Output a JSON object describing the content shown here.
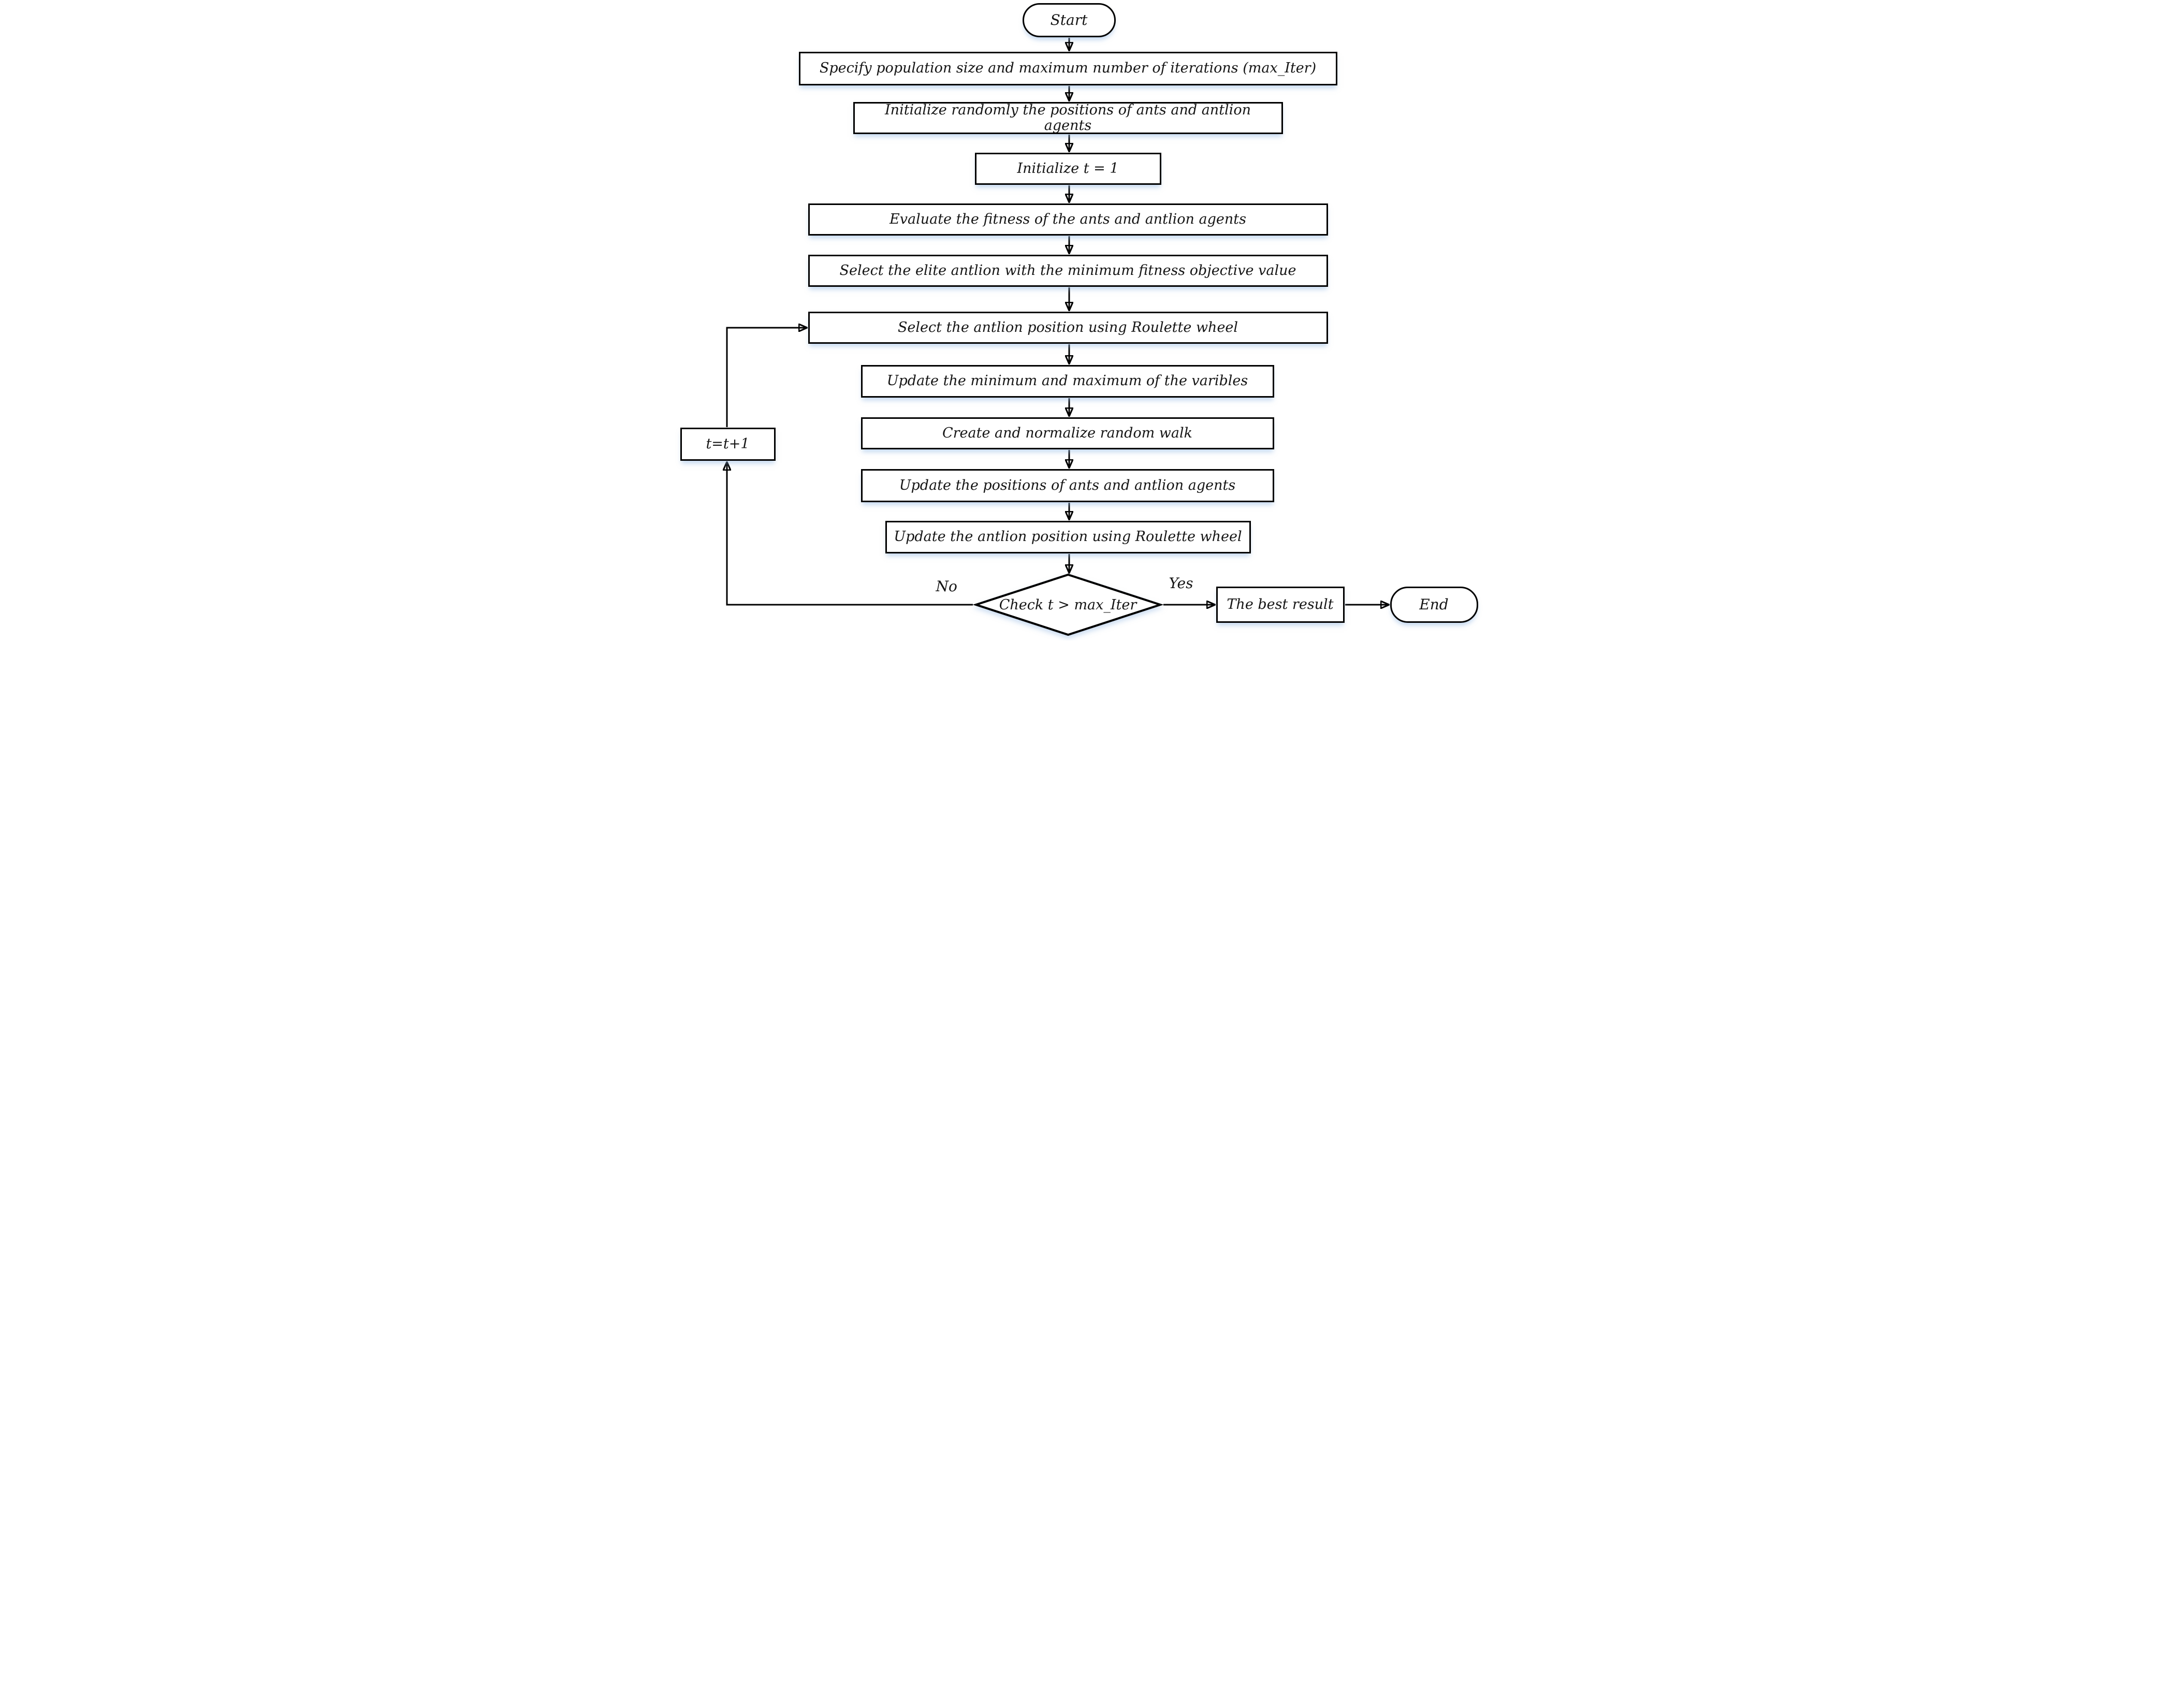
{
  "diagram": {
    "type": "flowchart",
    "nodes": {
      "start": {
        "label": "Start",
        "shape": "terminator"
      },
      "specify_population": {
        "label": "Specify population size and maximum number of iterations (max_Iter)",
        "shape": "process"
      },
      "initialize_positions": {
        "label": "Initialize randomly the positions of ants and antlion agents",
        "shape": "process"
      },
      "initialize_t": {
        "label": "Initialize t = 1",
        "shape": "process"
      },
      "evaluate_fitness": {
        "label": "Evaluate the fitness of the ants and antlion agents",
        "shape": "process"
      },
      "select_elite_antlion": {
        "label": "Select the elite antlion with the minimum fitness objective value",
        "shape": "process"
      },
      "select_antlion_roulette": {
        "label": "Select the antlion position using Roulette wheel",
        "shape": "process"
      },
      "update_min_max": {
        "label": "Update the minimum and maximum of the varibles",
        "shape": "process"
      },
      "create_random_walk": {
        "label": "Create and normalize random walk",
        "shape": "process"
      },
      "update_positions": {
        "label": "Update the positions of ants and antlion agents",
        "shape": "process"
      },
      "update_antlion_roulette": {
        "label": "Update the antlion position using Roulette wheel",
        "shape": "process"
      },
      "increment_t": {
        "label": "t=t+1",
        "shape": "process"
      },
      "check_iteration": {
        "label": "Check t > max_Iter",
        "shape": "decision"
      },
      "best_result": {
        "label": "The best result",
        "shape": "process"
      },
      "end": {
        "label": "End",
        "shape": "terminator"
      }
    },
    "edge_labels": {
      "no": "No",
      "yes": "Yes"
    },
    "colors": {
      "line": "#000000",
      "node_border": "#000000",
      "node_fill": "#ffffff",
      "text": "#151515",
      "shadow_tint": "#94b8e2"
    }
  }
}
